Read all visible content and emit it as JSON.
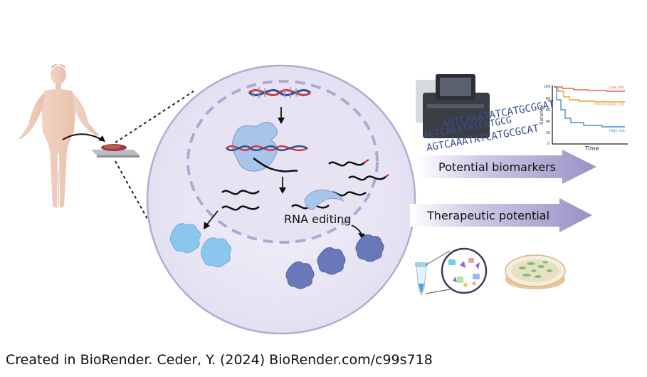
{
  "labels": {
    "rna_editing": "RNA editing",
    "biomarkers": "Potential biomarkers",
    "therapeutic": "Therapeutic potential"
  },
  "sequence": {
    "line1": "AGTCAAATATCATGCGCAT",
    "line2": "AGTCAAATATCATGCG",
    "line3": "AGTCAAATATCATGCGCAT"
  },
  "survival_plot": {
    "ylabel": "Survival",
    "xlabel": "Time",
    "ticks": [
      "100",
      "80",
      "60",
      "40",
      "20",
      "0"
    ],
    "series": [
      {
        "name": "Low risk",
        "color": "#e06a5a"
      },
      {
        "name": "Intermediate risk",
        "color": "#e8a23a"
      },
      {
        "name": "High risk",
        "color": "#4a8ec8"
      }
    ]
  },
  "credit": "Created in BioRender. Ceder, Y. (2024) BioRender.com/c99s718",
  "colors": {
    "arrow": "#a39ac7",
    "cell_fill": "#ebe8f6",
    "cell_stroke": "#b3abd4",
    "protein_light": "#8cc6ec",
    "protein_dark": "#6878b8",
    "dna_red": "#d23a3a",
    "dna_blue": "#2f4f8f"
  }
}
